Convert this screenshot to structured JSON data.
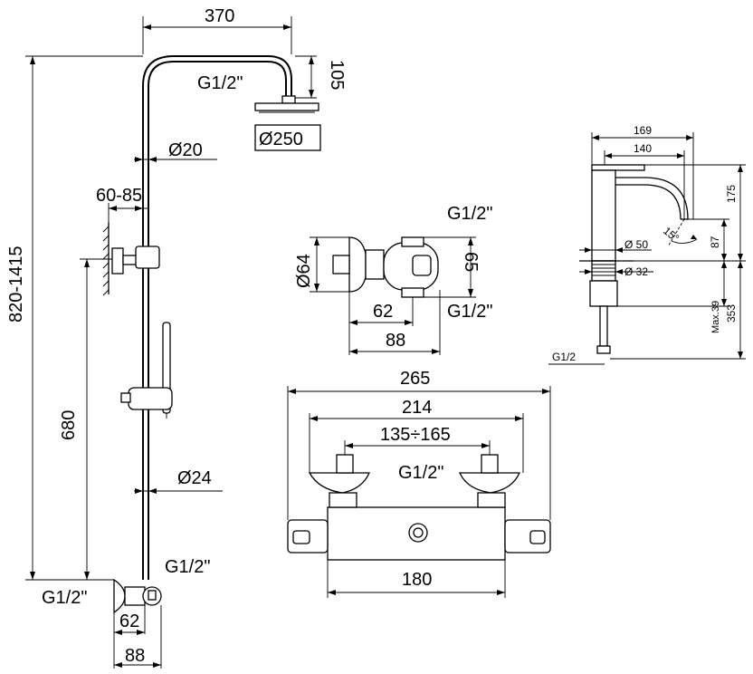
{
  "shower_column": {
    "arm_length": "370",
    "arm_drop": "105",
    "head_thread": "G1/2\"",
    "head_diameter": "Ø250",
    "pipe_upper_diameter": "Ø20",
    "wall_offset": "60-85",
    "total_height": "820-1415",
    "rail_height": "680",
    "pipe_lower_diameter": "Ø24",
    "inlet_thread_right": "G1/2\"",
    "inlet_thread_left": "G1/2\"",
    "mixer_depth_inner": "62",
    "mixer_depth_outer": "88"
  },
  "valve_side": {
    "top_thread": "G1/2\"",
    "diameter": "Ø64",
    "height": "65",
    "depth_inner": "62",
    "bottom_thread": "G1/2\"",
    "depth_outer": "88"
  },
  "thermostat_front": {
    "overall_width": "265",
    "handles_width": "214",
    "inlet_spacing": "135÷165",
    "thread": "G1/2\"",
    "body_width": "180"
  },
  "basin_mixer": {
    "spout_reach": "169",
    "spout_reach_inner": "140",
    "height_total": "175",
    "spout_height": "87",
    "angle": "15°",
    "base_diameter": "Ø 50",
    "shank_diameter": "Ø 32",
    "max_deck": "Max.39",
    "shank_length": "353",
    "hose_thread": "G1/2"
  }
}
